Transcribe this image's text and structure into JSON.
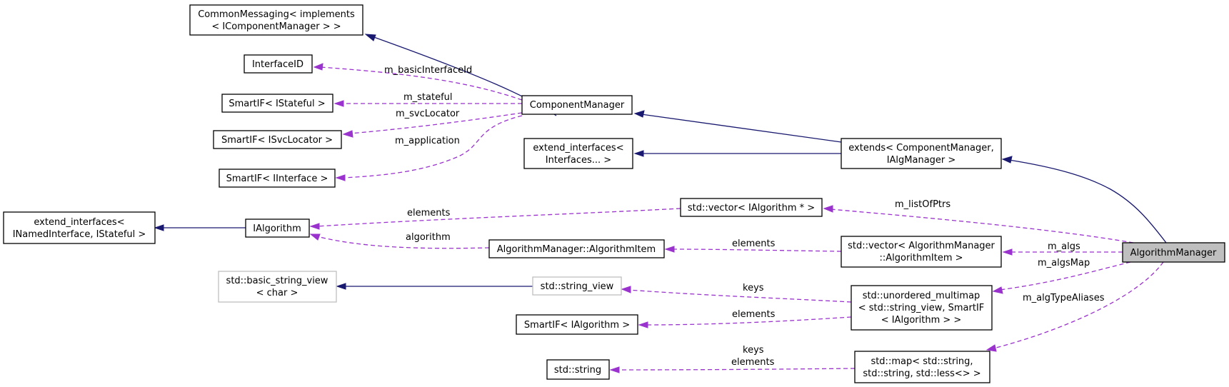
{
  "nodes": {
    "common_messaging": [
      "CommonMessaging< implements",
      "< IComponentManager > >"
    ],
    "interface_id": [
      "InterfaceID"
    ],
    "smartif_istateful": [
      "SmartIF< IStateful >"
    ],
    "smartif_isvclocator": [
      "SmartIF< ISvcLocator >"
    ],
    "smartif_iinterface": [
      "SmartIF< IInterface >"
    ],
    "component_manager": [
      "ComponentManager"
    ],
    "extend_interfaces_variadic": [
      "extend_interfaces<",
      "Interfaces... >"
    ],
    "extends_component_manager": [
      "extends< ComponentManager,",
      "IAlgManager >"
    ],
    "extend_interfaces_named": [
      "extend_interfaces<",
      "INamedInterface, IStateful >"
    ],
    "ialgorithm": [
      "IAlgorithm"
    ],
    "vector_ialgorithm_ptr": [
      "std::vector< IAlgorithm * >"
    ],
    "algorithm_item": [
      "AlgorithmManager::AlgorithmItem"
    ],
    "vector_algorithm_item": [
      "std::vector< AlgorithmManager",
      "::AlgorithmItem >"
    ],
    "algorithm_manager": [
      "AlgorithmManager"
    ],
    "basic_string_view": [
      "std::basic_string_view",
      "< char >"
    ],
    "string_view": [
      "std::string_view"
    ],
    "unordered_multimap": [
      "std::unordered_multimap",
      "< std::string_view, SmartIF",
      "< IAlgorithm > >"
    ],
    "smartif_ialgorithm": [
      "SmartIF< IAlgorithm >"
    ],
    "std_string": [
      "std::string"
    ],
    "std_map": [
      "std::map< std::string,",
      "std::string, std::less<> >"
    ]
  },
  "edges": {
    "m_basicInterfaceId": "m_basicInterfaceId",
    "m_stateful": "m_stateful",
    "m_svcLocator": "m_svcLocator",
    "m_application": "m_application",
    "vector_elements": "elements",
    "algorithm": "algorithm",
    "item_elements": "elements",
    "m_listOfPtrs": "m_listOfPtrs",
    "m_algs": "m_algs",
    "m_algsMap": "m_algsMap",
    "m_algTypeAliases": "m_algTypeAliases",
    "keys": "keys",
    "multimap_elements": "elements",
    "map_keys": "keys",
    "map_elements": "elements"
  },
  "colors": {
    "inheritance": "#191970",
    "usage": "#9a32cd",
    "focus_fill": "#bfbfbf",
    "undocumented_border": "#bfbfbf"
  }
}
